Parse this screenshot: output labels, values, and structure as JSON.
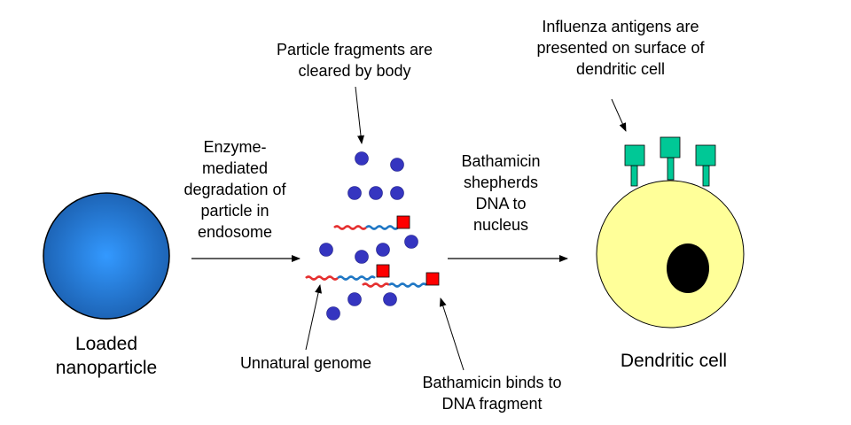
{
  "diagram": {
    "labels": {
      "fragments_cleared": "Particle fragments are\ncleared by body",
      "antigens_presented": "Influenza antigens are\npresented on surface of\ndendritic cell",
      "enzyme_degradation": "Enzyme-\nmediated\ndegradation of\nparticle in\nendosome",
      "bathamicin_shepherds": "Bathamicin\nshepherds\nDNA to\nnucleus",
      "loaded_nanoparticle": "Loaded\nnanoparticle",
      "unnatural_genome": "Unnatural genome",
      "bathamicin_binds": "Bathamicin binds to\nDNA fragment",
      "dendritic_cell": "Dendritic cell"
    },
    "colors": {
      "nanoparticle": "#1E6FC8",
      "fragment": "#3535C0",
      "dna_red": "#E53030",
      "dna_blue": "#1F77C4",
      "bathamicin": "#FF0000",
      "antigen": "#00C896",
      "cell": "#FFFF99",
      "nucleus": "#000000"
    }
  }
}
